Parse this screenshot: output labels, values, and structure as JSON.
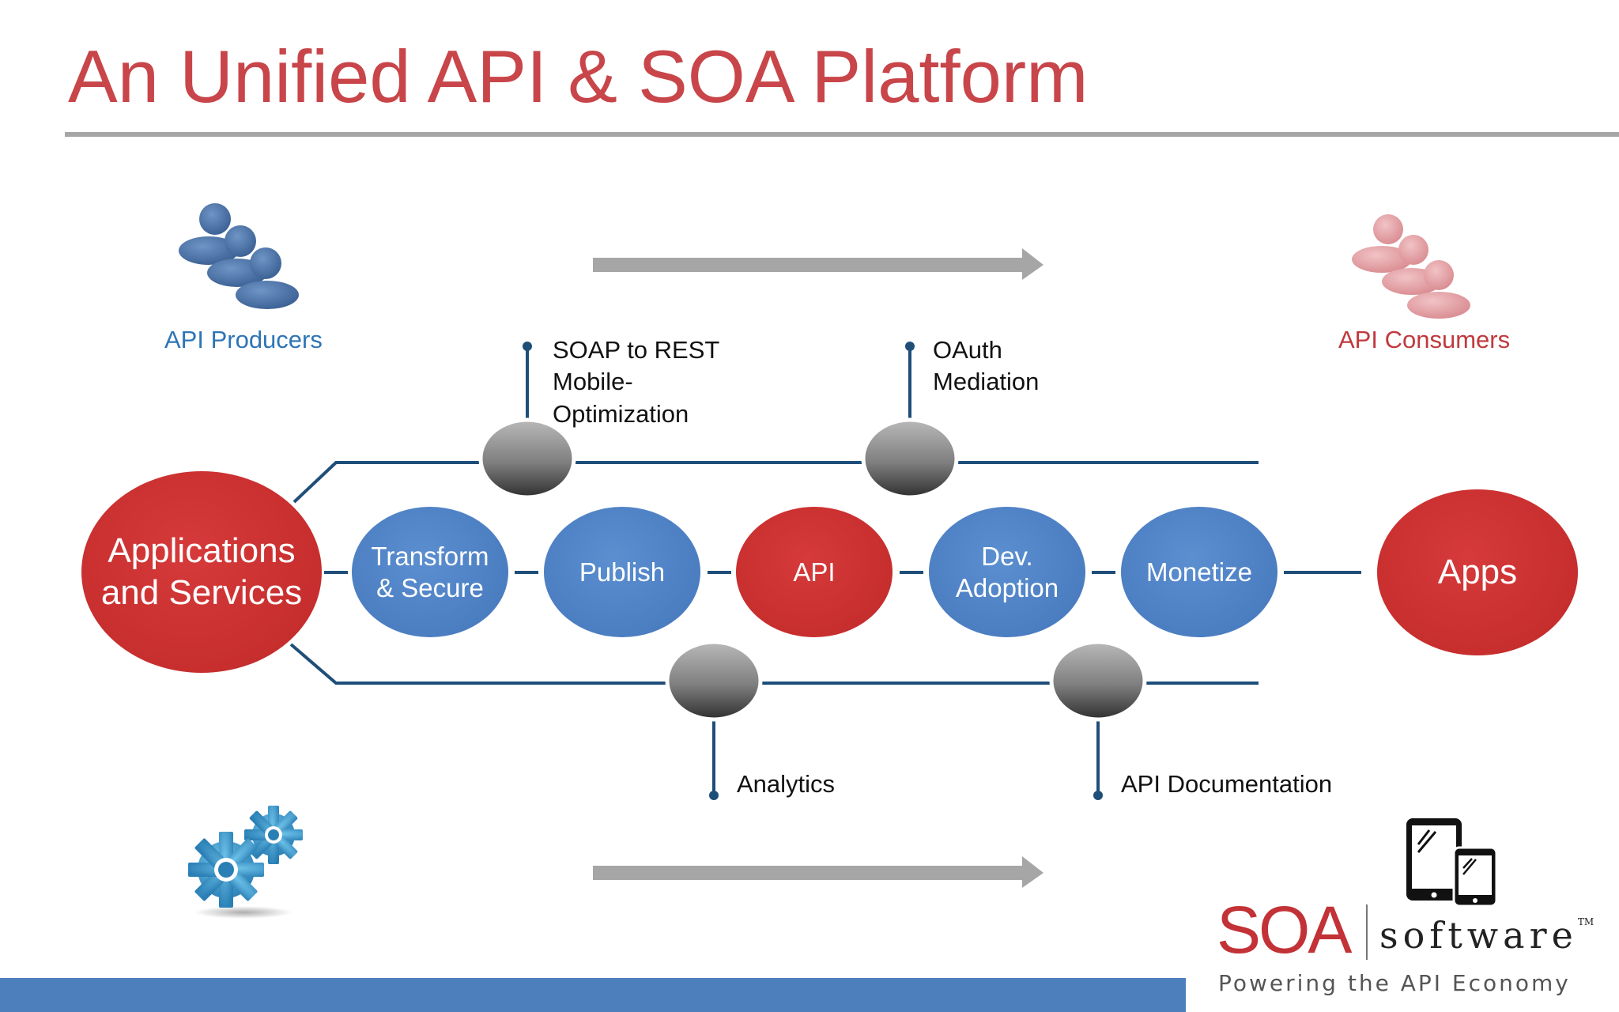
{
  "slide": {
    "title": "An Unified API & SOA Platform"
  },
  "actors": {
    "producers_label": "API Producers",
    "consumers_label": "API Consumers"
  },
  "nodes": {
    "applications_services": [
      "Applications",
      "and Services"
    ],
    "transform_secure": [
      "Transform",
      "& Secure"
    ],
    "publish": "Publish",
    "api": "API",
    "dev_adoption": [
      "Dev.",
      "Adoption"
    ],
    "monetize": "Monetize",
    "apps": "Apps"
  },
  "callouts": {
    "soap_rest": [
      "SOAP to REST",
      "Mobile-",
      "Optimization"
    ],
    "oauth": [
      "OAuth",
      "Mediation"
    ],
    "analytics": "Analytics",
    "api_docs": "API Documentation"
  },
  "logo": {
    "brand": "SOA",
    "product": "software",
    "trademark": "TM",
    "tagline": "Powering the API Economy"
  },
  "colors": {
    "title": "#c8454a",
    "node_blue": "#4a7cc0",
    "node_red": "#c62d2d",
    "connector": "#1f4e79",
    "arrow": "#a6a6a6",
    "footer_bar": "#4e7fbd"
  },
  "icons": [
    "people-group-icon",
    "gears-icon",
    "mobile-devices-icon"
  ]
}
